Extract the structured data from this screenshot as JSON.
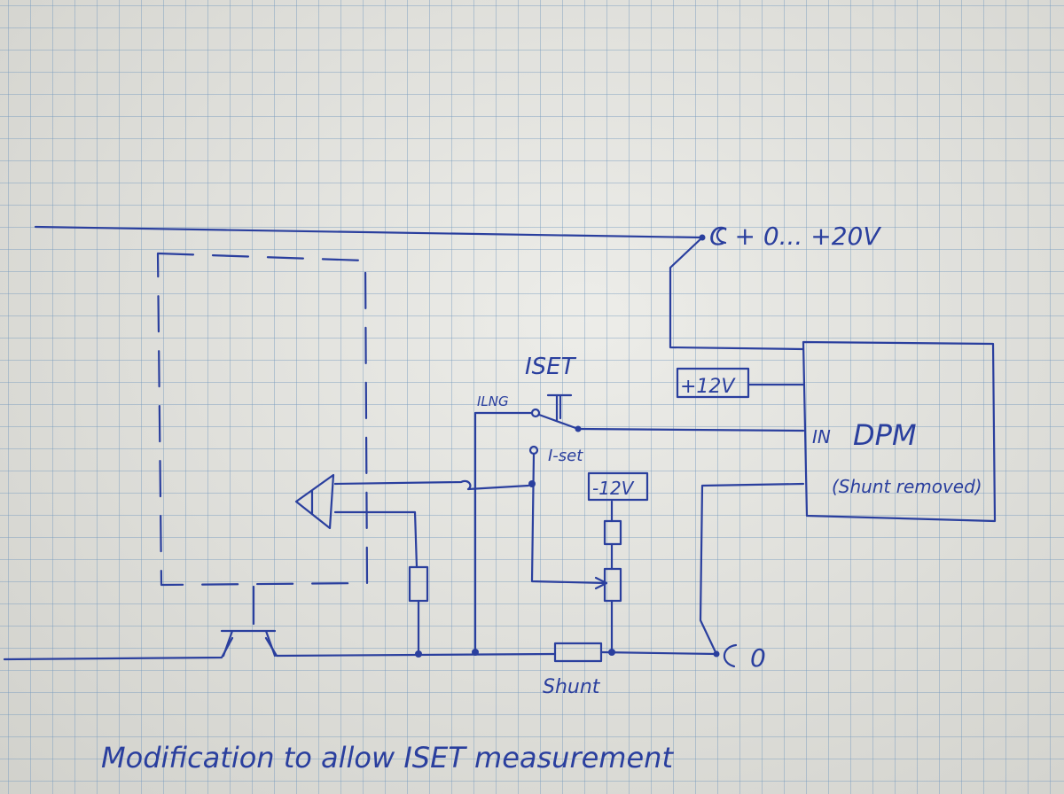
{
  "labels": {
    "supply": "C + 0... +20V",
    "iset": "ISET",
    "ilng": "ILNG",
    "iset_small": "I-set",
    "plus12": "+12V",
    "minus12": "-12V",
    "in": "IN",
    "dpm": "DPM",
    "shunt_removed": "(Shunt removed)",
    "ground": "0",
    "shunt": "Shunt",
    "caption": "Modification to allow ISET measurement"
  },
  "colors": {
    "ink": "#2a3f9e",
    "paper": "#e3e3dd",
    "grid": "#789bbe"
  }
}
